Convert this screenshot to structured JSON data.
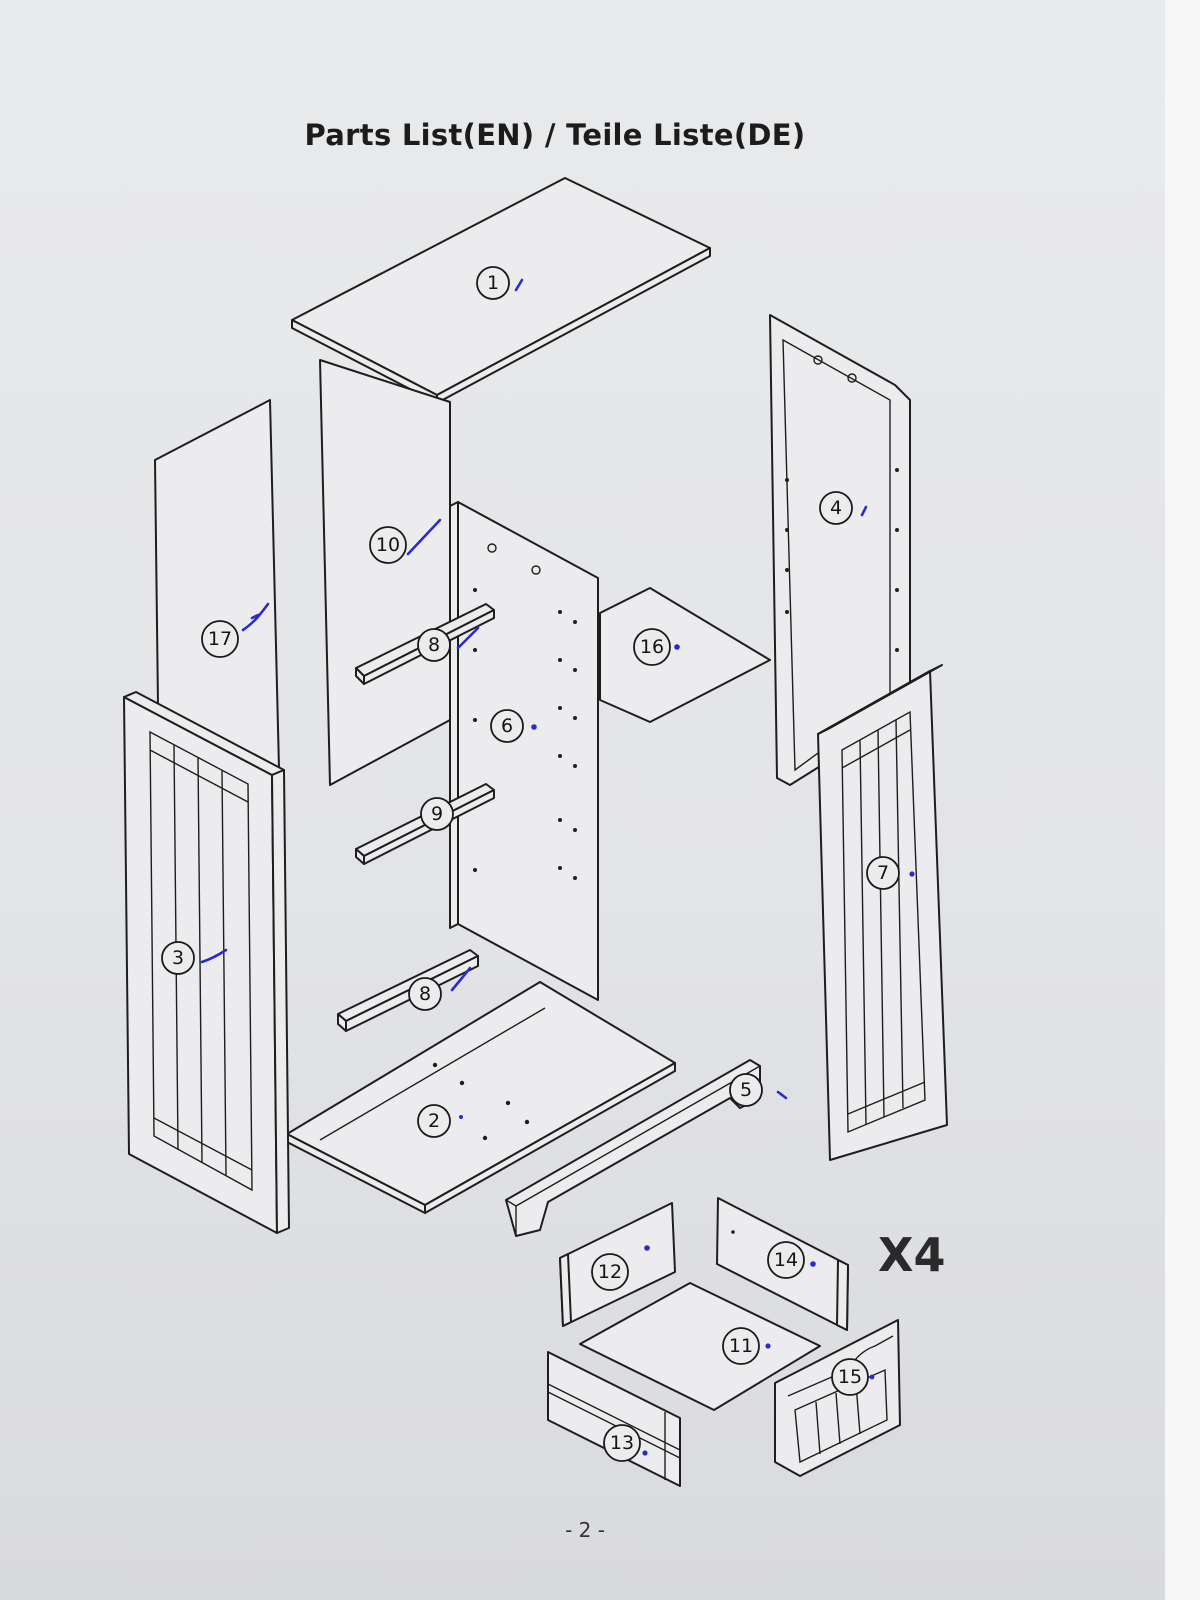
{
  "title": "Parts List(EN) / Teile Liste(DE)",
  "page_number": "- 2 -",
  "multiplier": "X4",
  "parts": [
    {
      "number": "1"
    },
    {
      "number": "2"
    },
    {
      "number": "3"
    },
    {
      "number": "4"
    },
    {
      "number": "5"
    },
    {
      "number": "6"
    },
    {
      "number": "7"
    },
    {
      "number": "8"
    },
    {
      "number": "8"
    },
    {
      "number": "9"
    },
    {
      "number": "10"
    },
    {
      "number": "11"
    },
    {
      "number": "12"
    },
    {
      "number": "13"
    },
    {
      "number": "14"
    },
    {
      "number": "15"
    },
    {
      "number": "16"
    },
    {
      "number": "17"
    }
  ]
}
